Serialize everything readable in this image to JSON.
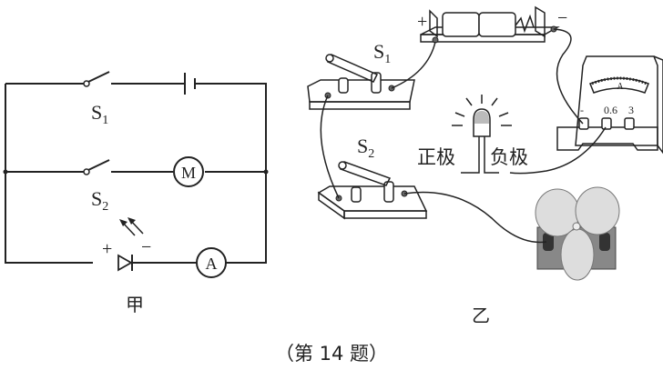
{
  "figure": {
    "caption": "（第 14 题）",
    "schematic": {
      "label": "甲",
      "switch1": {
        "letter": "S",
        "sub": "1"
      },
      "switch2": {
        "letter": "S",
        "sub": "2"
      },
      "motor_symbol": "M",
      "ammeter_symbol": "A",
      "led_plus": "+",
      "led_minus": "−"
    },
    "physical": {
      "label": "乙",
      "switch1": {
        "letter": "S",
        "sub": "1"
      },
      "switch2": {
        "letter": "S",
        "sub": "2"
      },
      "battery_plus": "+",
      "battery_minus": "−",
      "ammeter_dial": "A",
      "ammeter_terminals": [
        "-",
        "0.6",
        "3"
      ],
      "led_positive": "正极",
      "led_negative": "负极"
    }
  }
}
